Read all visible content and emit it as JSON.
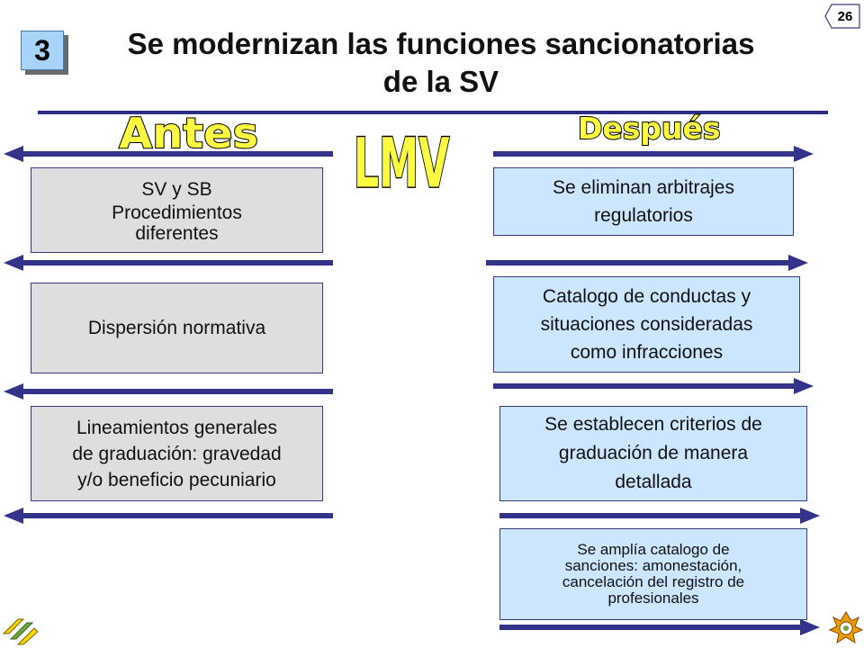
{
  "slide": {
    "section_number": "3",
    "page_number": "26",
    "title_line1": "Se modernizan las funciones sancionatorias",
    "title_line2": "de la SV",
    "heading_before": "Antes",
    "heading_center": "LMV",
    "heading_after": "Después"
  },
  "before": {
    "box1_line1": "SV y SB",
    "box1_line2": "Procedimientos",
    "box1_line3": "diferentes",
    "box2": "Dispersión normativa",
    "box3_line1": "Lineamientos generales",
    "box3_line2": "de graduación: gravedad",
    "box3_line3": "y/o beneficio pecuniario"
  },
  "after": {
    "box1_line1": "Se eliminan arbitrajes",
    "box1_line2": "regulatorios",
    "box2_line1": "Catalogo de conductas y",
    "box2_line2": "situaciones consideradas",
    "box2_line3": "como infracciones",
    "box3_line1": "Se establecen criterios de",
    "box3_line2": "graduación de manera",
    "box3_line3": "detallada",
    "box4_line1": "Se amplía catalogo de",
    "box4_line2": "sanciones: amonestación,",
    "box4_line3": "cancelación del registro de",
    "box4_line4": "profesionales"
  },
  "colors": {
    "arrow": "#33338a",
    "gray_box": "#dedede",
    "blue_box": "#cce6ff",
    "heading_fill": "#fafa40",
    "badge": "#a8d4f8"
  }
}
